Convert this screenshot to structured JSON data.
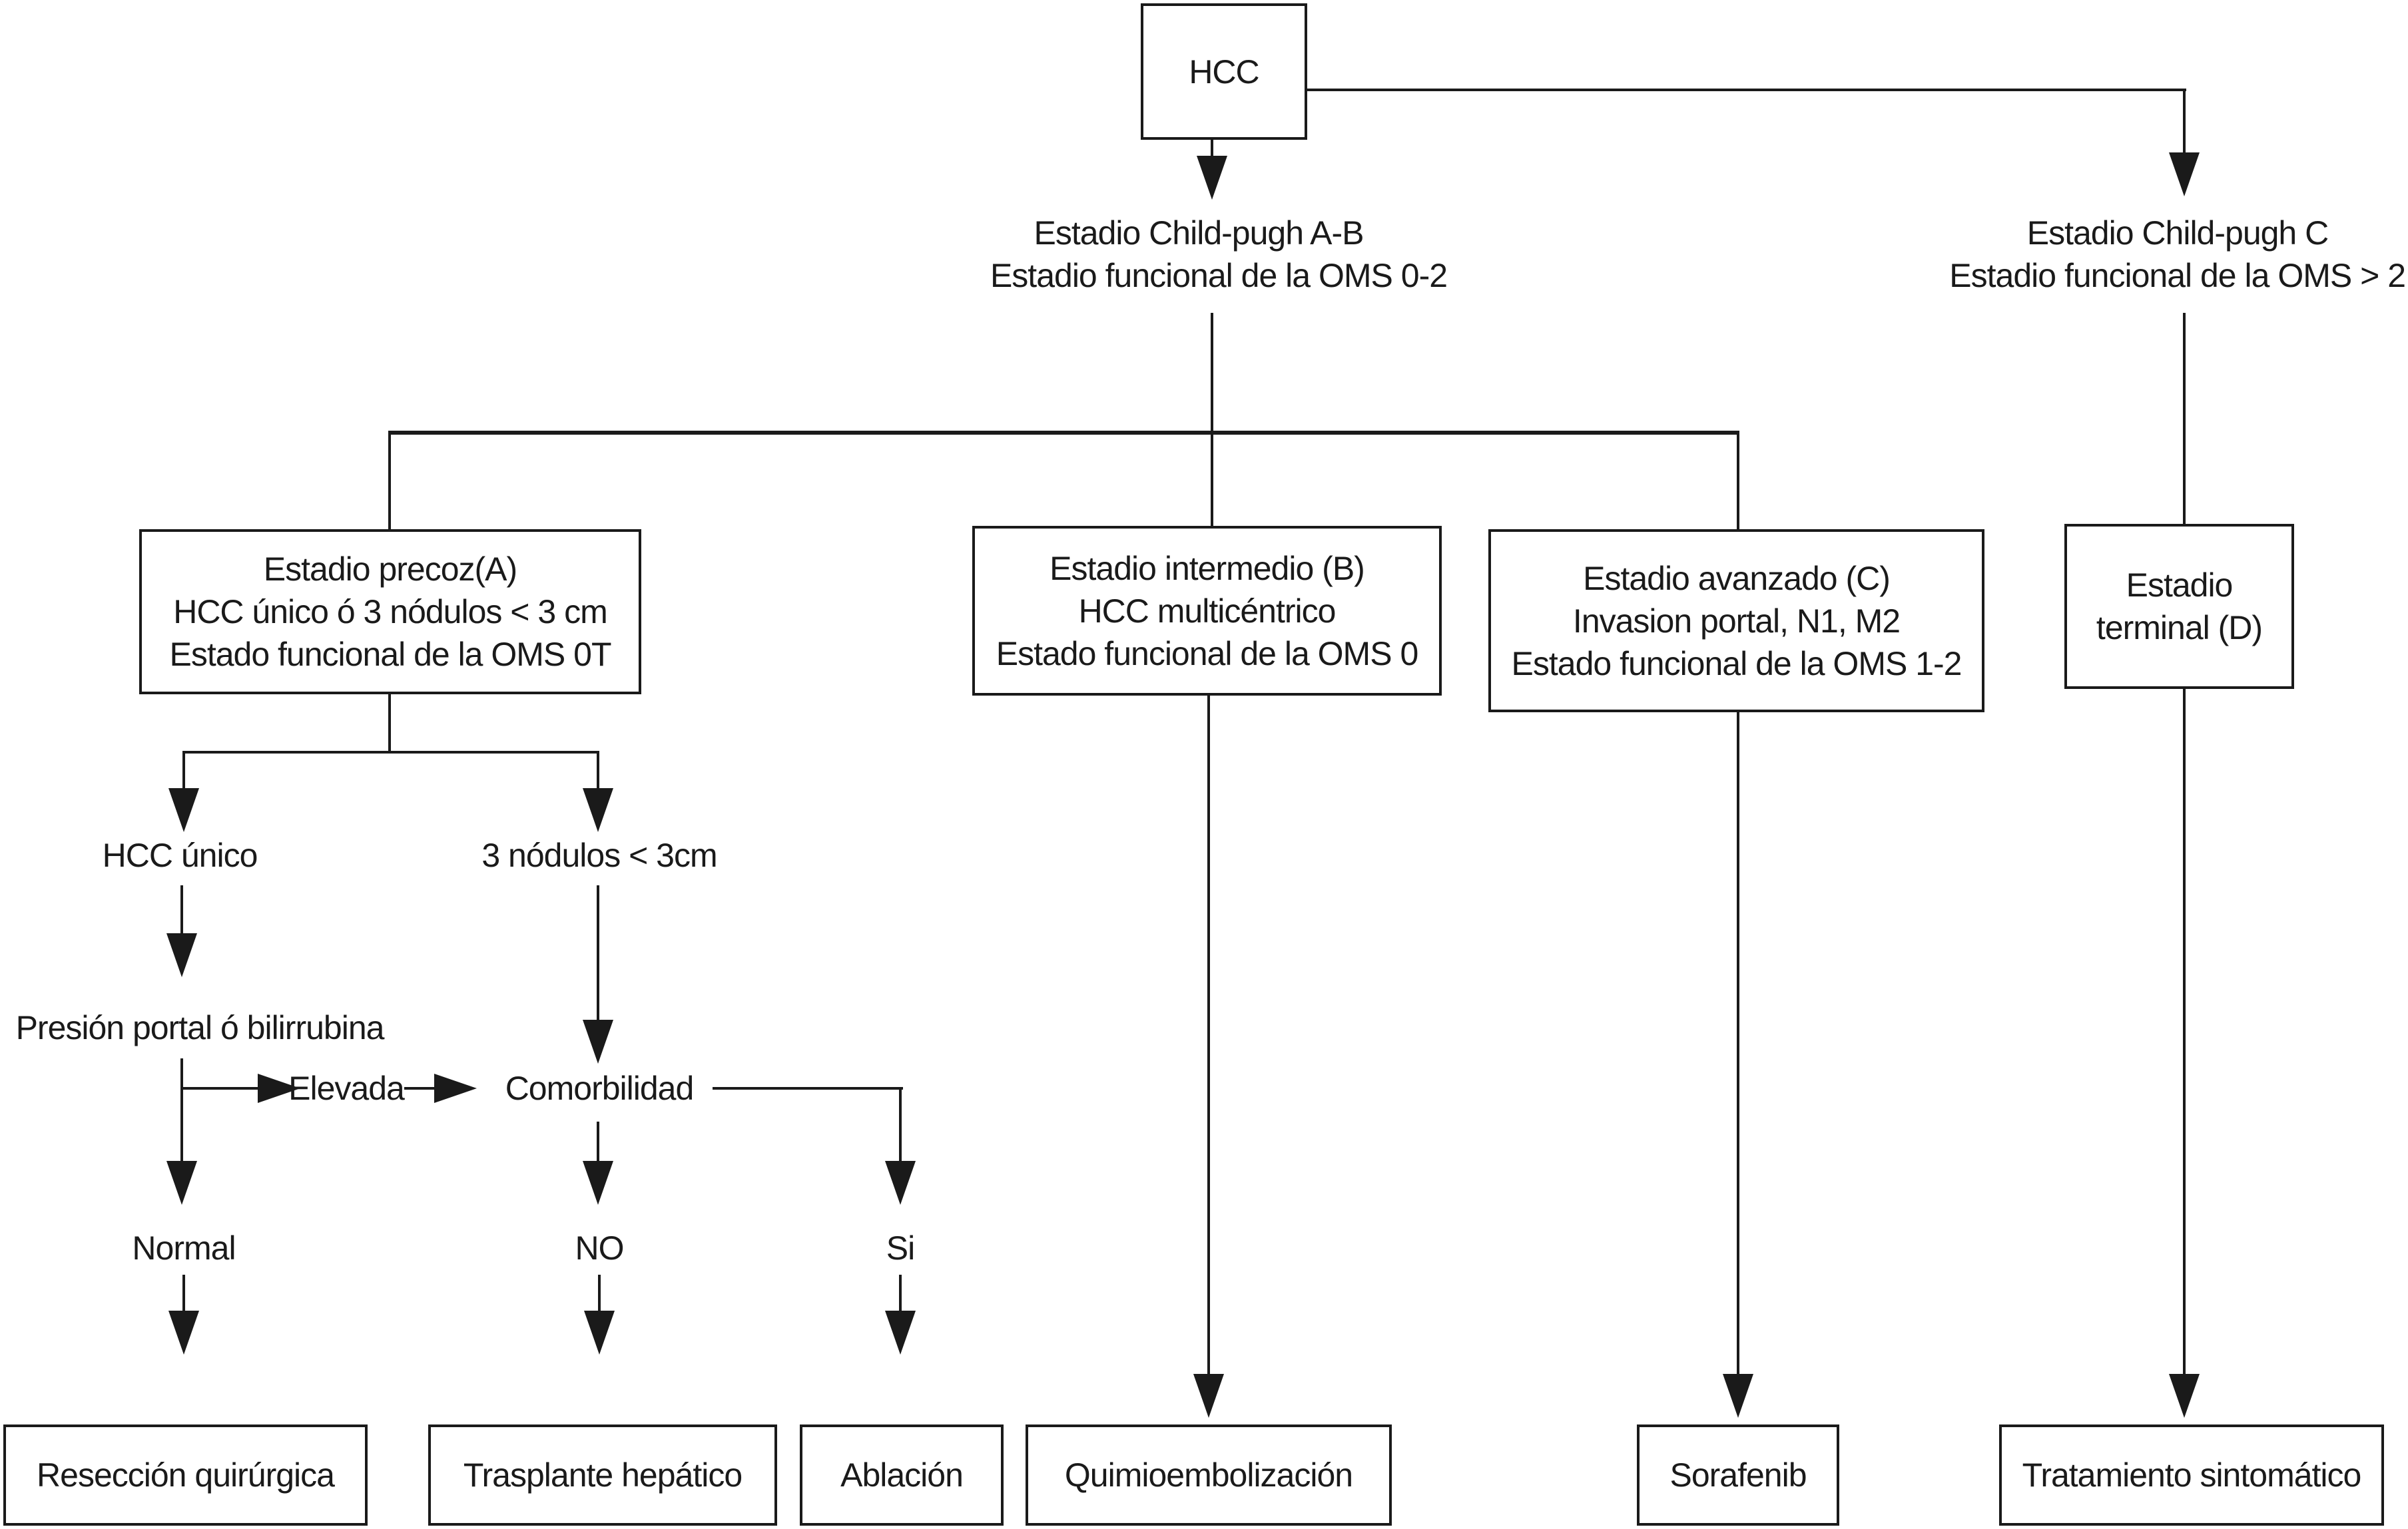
{
  "flowchart": {
    "root": {
      "label": "HCC"
    },
    "left_branch": {
      "line1": "Estadio Child-pugh A-B",
      "line2": "Estadio funcional de la OMS 0-2"
    },
    "right_branch": {
      "line1": "Estadio Child-pugh C",
      "line2": "Estadio funcional de la OMS > 2"
    },
    "stage_a": {
      "text": "Estadio precoz(A)\nHCC único ó 3 nódulos < 3 cm\nEstado funcional de la OMS 0T"
    },
    "stage_b": {
      "text": "Estadio intermedio (B)\nHCC multicéntrico\nEstado funcional de la OMS 0"
    },
    "stage_c": {
      "text": "Estadio avanzado (C)\nInvasion portal, N1, M2\nEstado funcional de la OMS 1-2"
    },
    "stage_d": {
      "text": "Estadio\nterminal (D)"
    },
    "decisions": {
      "hcc_unico": "HCC único",
      "nodulos": "3 nódulos < 3cm",
      "presion": "Presión portal ó bilirrubina",
      "elevada": "Elevada",
      "comorbilidad": "Comorbilidad",
      "normal": "Normal",
      "no": "NO",
      "si": "Si"
    },
    "treatments": {
      "reseccion": "Resección quirúrgica",
      "trasplante": "Trasplante hepático",
      "ablacion": "Ablación",
      "quimio": "Quimioembolización",
      "sorafenib": "Sorafenib",
      "sintomatico": "Tratamiento sintomático"
    },
    "colors": {
      "line": "#1a1a1a",
      "background": "#ffffff",
      "text": "#1a1a1a"
    }
  }
}
